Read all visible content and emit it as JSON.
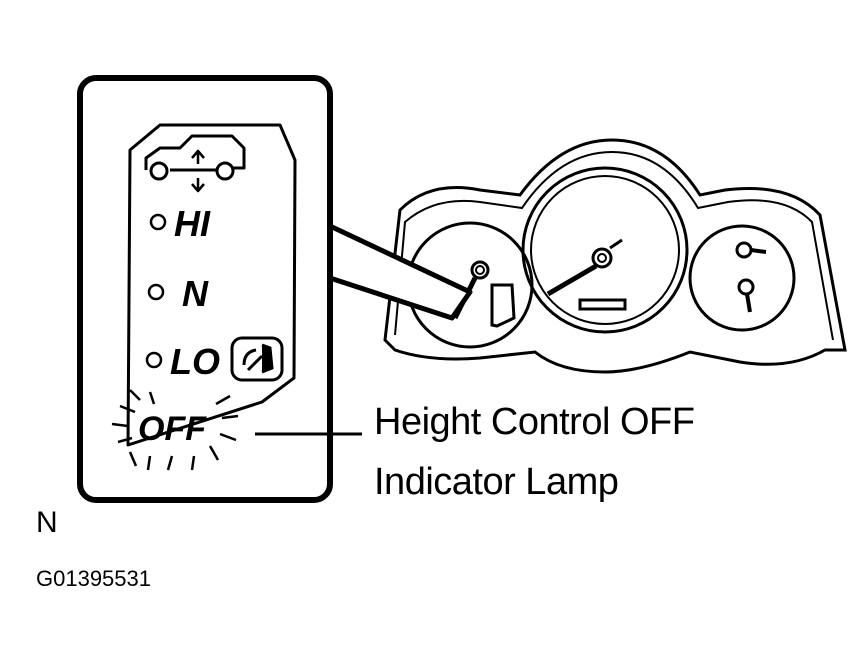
{
  "panel": {
    "labels": {
      "hi": "HI",
      "n": "N",
      "lo": "LO",
      "off": "OFF"
    }
  },
  "callout": {
    "line1": "Height Control OFF",
    "line2": "Indicator Lamp"
  },
  "figure": {
    "letter": "N",
    "code": "G01395531"
  },
  "colors": {
    "ink": "#000000",
    "background": "#ffffff"
  }
}
